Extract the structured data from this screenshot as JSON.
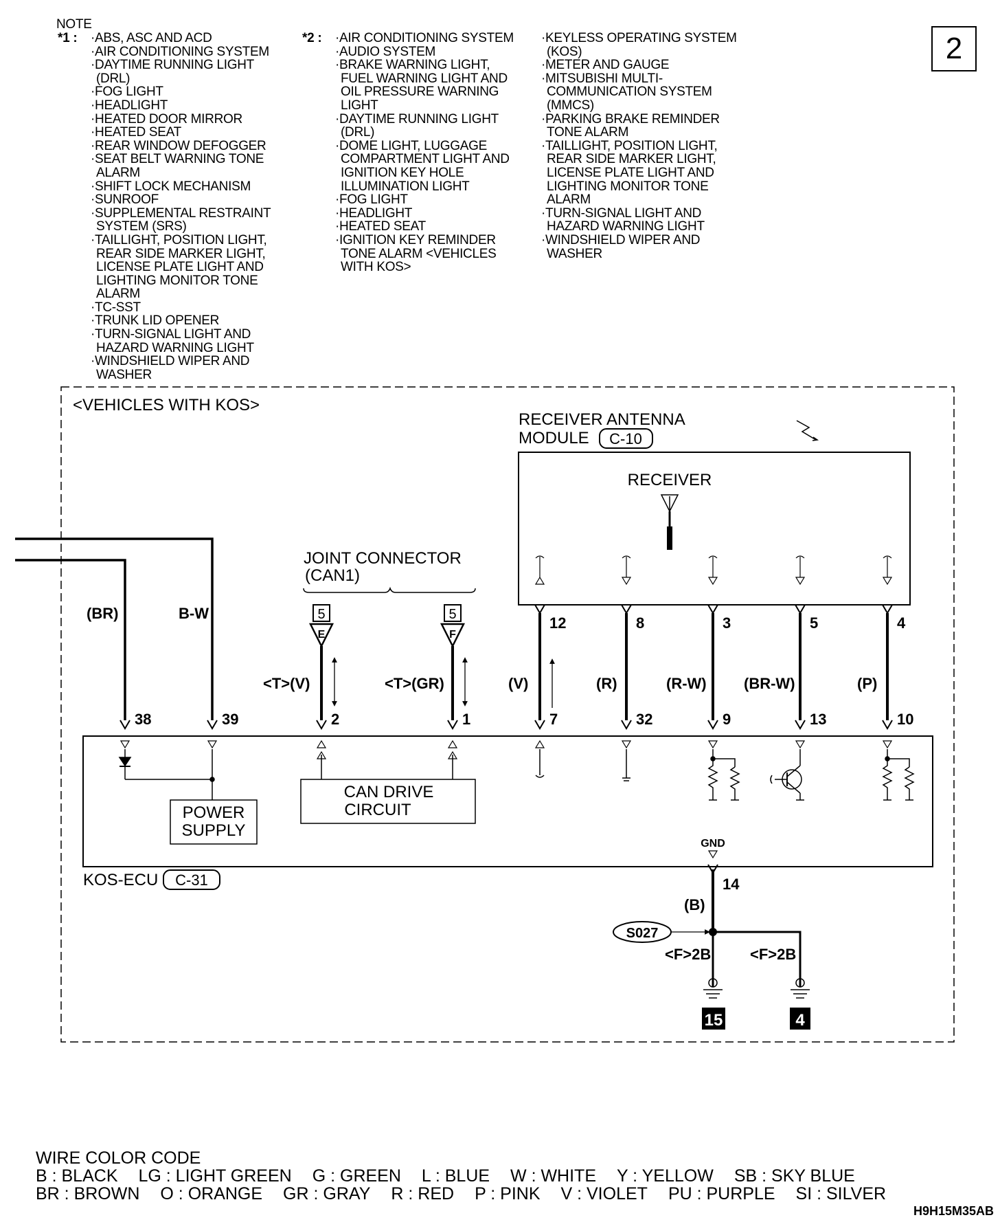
{
  "page_number": "2",
  "note": {
    "title": "NOTE",
    "groups": [
      {
        "marker": "*1 :",
        "items": [
          "·ABS, ASC AND ACD",
          "·AIR CONDITIONING SYSTEM",
          "·DAYTIME RUNNING LIGHT (DRL)",
          "·FOG LIGHT",
          "·HEADLIGHT",
          "·HEATED DOOR MIRROR",
          "·HEATED SEAT",
          "·REAR WINDOW DEFOGGER",
          "·SEAT BELT WARNING TONE ALARM",
          "·SHIFT LOCK MECHANISM",
          "·SUNROOF",
          "·SUPPLEMENTAL RESTRAINT SYSTEM (SRS)",
          "·TAILLIGHT, POSITION LIGHT, REAR SIDE MARKER LIGHT, LICENSE PLATE LIGHT AND LIGHTING MONITOR TONE ALARM",
          "·TC-SST",
          "·TRUNK LID OPENER",
          "·TURN-SIGNAL LIGHT AND HAZARD WARNING LIGHT",
          "·WINDSHIELD WIPER AND WASHER"
        ]
      },
      {
        "marker": "*2 :",
        "items": [
          "·AIR CONDITIONING SYSTEM",
          "·AUDIO SYSTEM",
          "·BRAKE WARNING LIGHT, FUEL WARNING LIGHT AND OIL PRESSURE WARNING LIGHT",
          "·DAYTIME RUNNING LIGHT (DRL)",
          "·DOME LIGHT, LUGGAGE COMPARTMENT LIGHT AND IGNITION KEY HOLE ILLUMINATION LIGHT",
          "·FOG LIGHT",
          "·HEADLIGHT",
          "·HEATED SEAT",
          "·IGNITION KEY REMINDER TONE ALARM <VEHICLES WITH KOS>"
        ]
      },
      {
        "marker": "",
        "items": [
          "·KEYLESS OPERATING SYSTEM (KOS)",
          "·METER AND GAUGE",
          "·MITSUBISHI MULTI-COMMUNICATION SYSTEM (MMCS)",
          "·PARKING BRAKE REMINDER TONE ALARM",
          "·TAILLIGHT, POSITION LIGHT, REAR SIDE MARKER LIGHT, LICENSE PLATE LIGHT AND LIGHTING MONITOR TONE ALARM",
          "·TURN-SIGNAL LIGHT AND HAZARD WARNING LIGHT",
          "·WINDSHIELD WIPER AND WASHER"
        ]
      }
    ]
  },
  "diagram": {
    "frame_label": "<VEHICLES WITH KOS>",
    "receiver_module": {
      "line1": "RECEIVER ANTENNA",
      "line2": "MODULE",
      "connector": "C-10",
      "receiver_label": "RECEIVER"
    },
    "joint_connector": {
      "line1": "JOINT CONNECTOR",
      "line2": "(CAN1)",
      "box_number": "5",
      "pin_left": "E",
      "pin_right": "F"
    },
    "ecu": {
      "label": "KOS-ECU",
      "connector": "C-31",
      "power_supply_1": "POWER",
      "power_supply_2": "SUPPLY",
      "can_1": "CAN DRIVE",
      "can_2": "CIRCUIT",
      "gnd": "GND"
    },
    "wires": [
      {
        "color": "(BR)",
        "ecu_pin": "38"
      },
      {
        "color": "B-W",
        "ecu_pin": "39"
      },
      {
        "color": "<T>(V)",
        "ecu_pin": "2"
      },
      {
        "color": "<T>(GR)",
        "ecu_pin": "1"
      },
      {
        "color": "(V)",
        "module_pin": "12",
        "ecu_pin": "7"
      },
      {
        "color": "(R)",
        "module_pin": "8",
        "ecu_pin": "32"
      },
      {
        "color": "(R-W)",
        "module_pin": "3",
        "ecu_pin": "9"
      },
      {
        "color": "(BR-W)",
        "module_pin": "5",
        "ecu_pin": "13"
      },
      {
        "color": "(P)",
        "module_pin": "4",
        "ecu_pin": "10"
      }
    ],
    "ground": {
      "pin": "14",
      "color": "(B)",
      "splice": "S027",
      "left_label": "<F>2B",
      "right_label": "<F>2B",
      "left_ground": "15",
      "right_ground": "4"
    }
  },
  "legend": {
    "title": "WIRE COLOR CODE",
    "row1": [
      "B : BLACK",
      "LG : LIGHT GREEN",
      "G : GREEN",
      "L : BLUE",
      "W : WHITE",
      "Y : YELLOW",
      "SB : SKY BLUE"
    ],
    "row2": [
      "BR : BROWN",
      "O : ORANGE",
      "GR : GRAY",
      "R : RED",
      "P : PINK",
      "V : VIOLET",
      "PU : PURPLE",
      "SI : SILVER"
    ]
  },
  "figure_code": "H9H15M35AB"
}
